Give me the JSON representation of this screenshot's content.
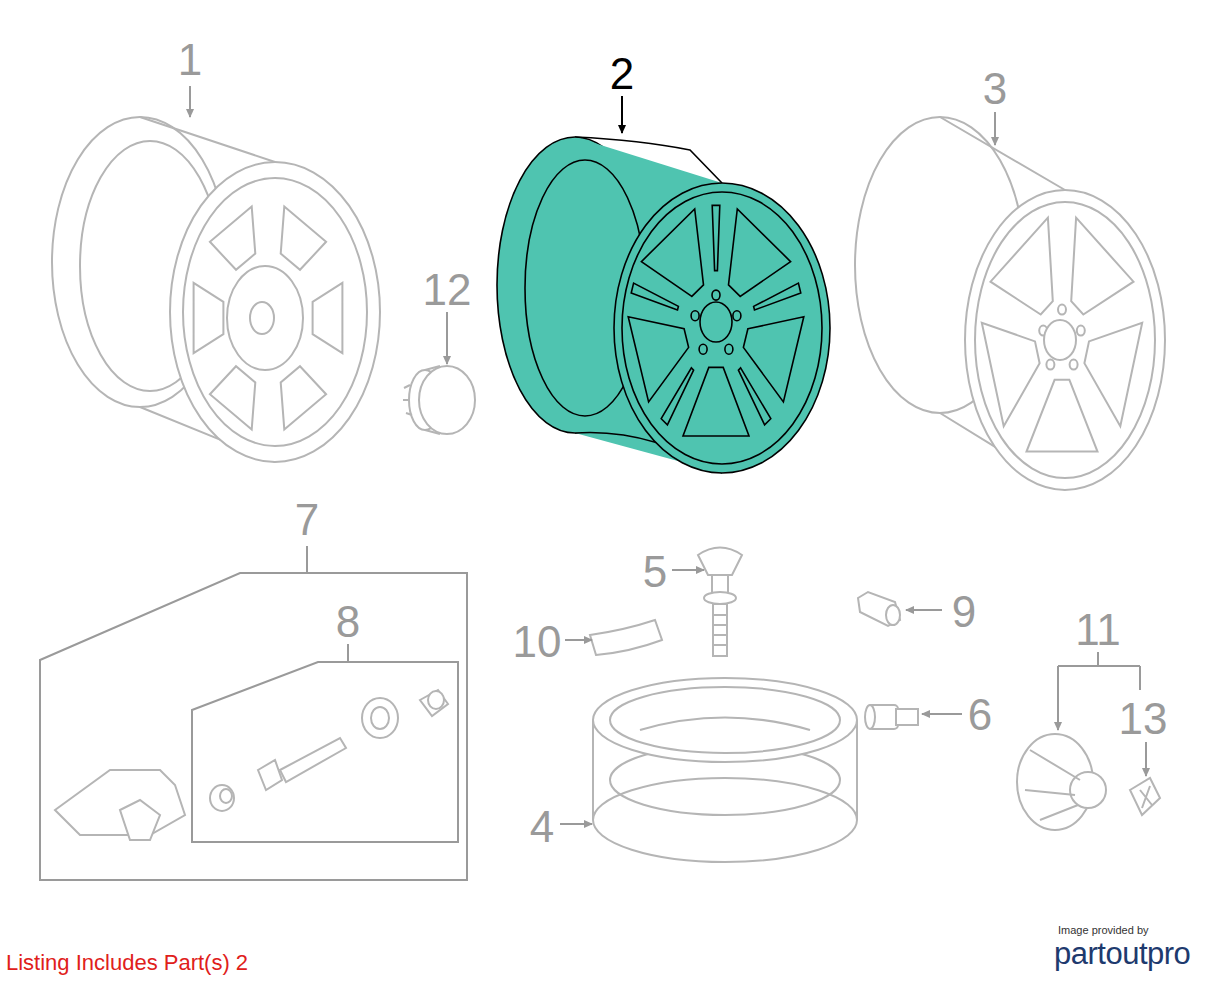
{
  "diagram": {
    "labels": [
      "1",
      "2",
      "3",
      "12",
      "7",
      "8",
      "5",
      "9",
      "10",
      "6",
      "4",
      "11",
      "13",
      "Listing Includes Part(s) 2",
      "Image provided by",
      "partoutpro"
    ]
  }
}
